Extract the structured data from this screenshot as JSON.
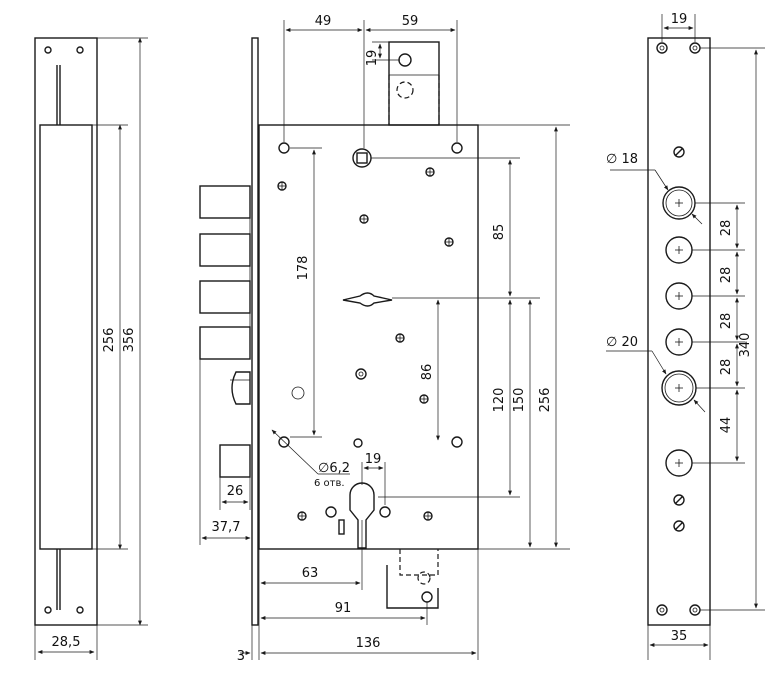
{
  "strike_plate": {
    "dims": {
      "height_total": "356",
      "height_inner": "256",
      "width": "28,5"
    }
  },
  "lock_body": {
    "dims": {
      "top_left": "49",
      "top_right": "59",
      "tab_offset": "19",
      "vertical_178": "178",
      "vertical_85": "85",
      "vertical_86": "86",
      "vertical_120": "120",
      "vertical_150": "150",
      "vertical_256": "256",
      "bolt_26": "26",
      "backset_37_7": "37,7",
      "cyl_19": "19",
      "hole_diameter": "∅6,2",
      "hole_count": "6 отв.",
      "bottom_63": "63",
      "bottom_91": "91",
      "bottom_136": "136",
      "faceplate_3": "3"
    }
  },
  "faceplate": {
    "dims": {
      "top_19": "19",
      "diam_18": "∅ 18",
      "diam_20": "∅ 20",
      "pitch_1": "28",
      "pitch_2": "28",
      "pitch_3": "28",
      "pitch_4": "28",
      "pitch_44": "44",
      "total_340": "340",
      "width_35": "35"
    }
  }
}
